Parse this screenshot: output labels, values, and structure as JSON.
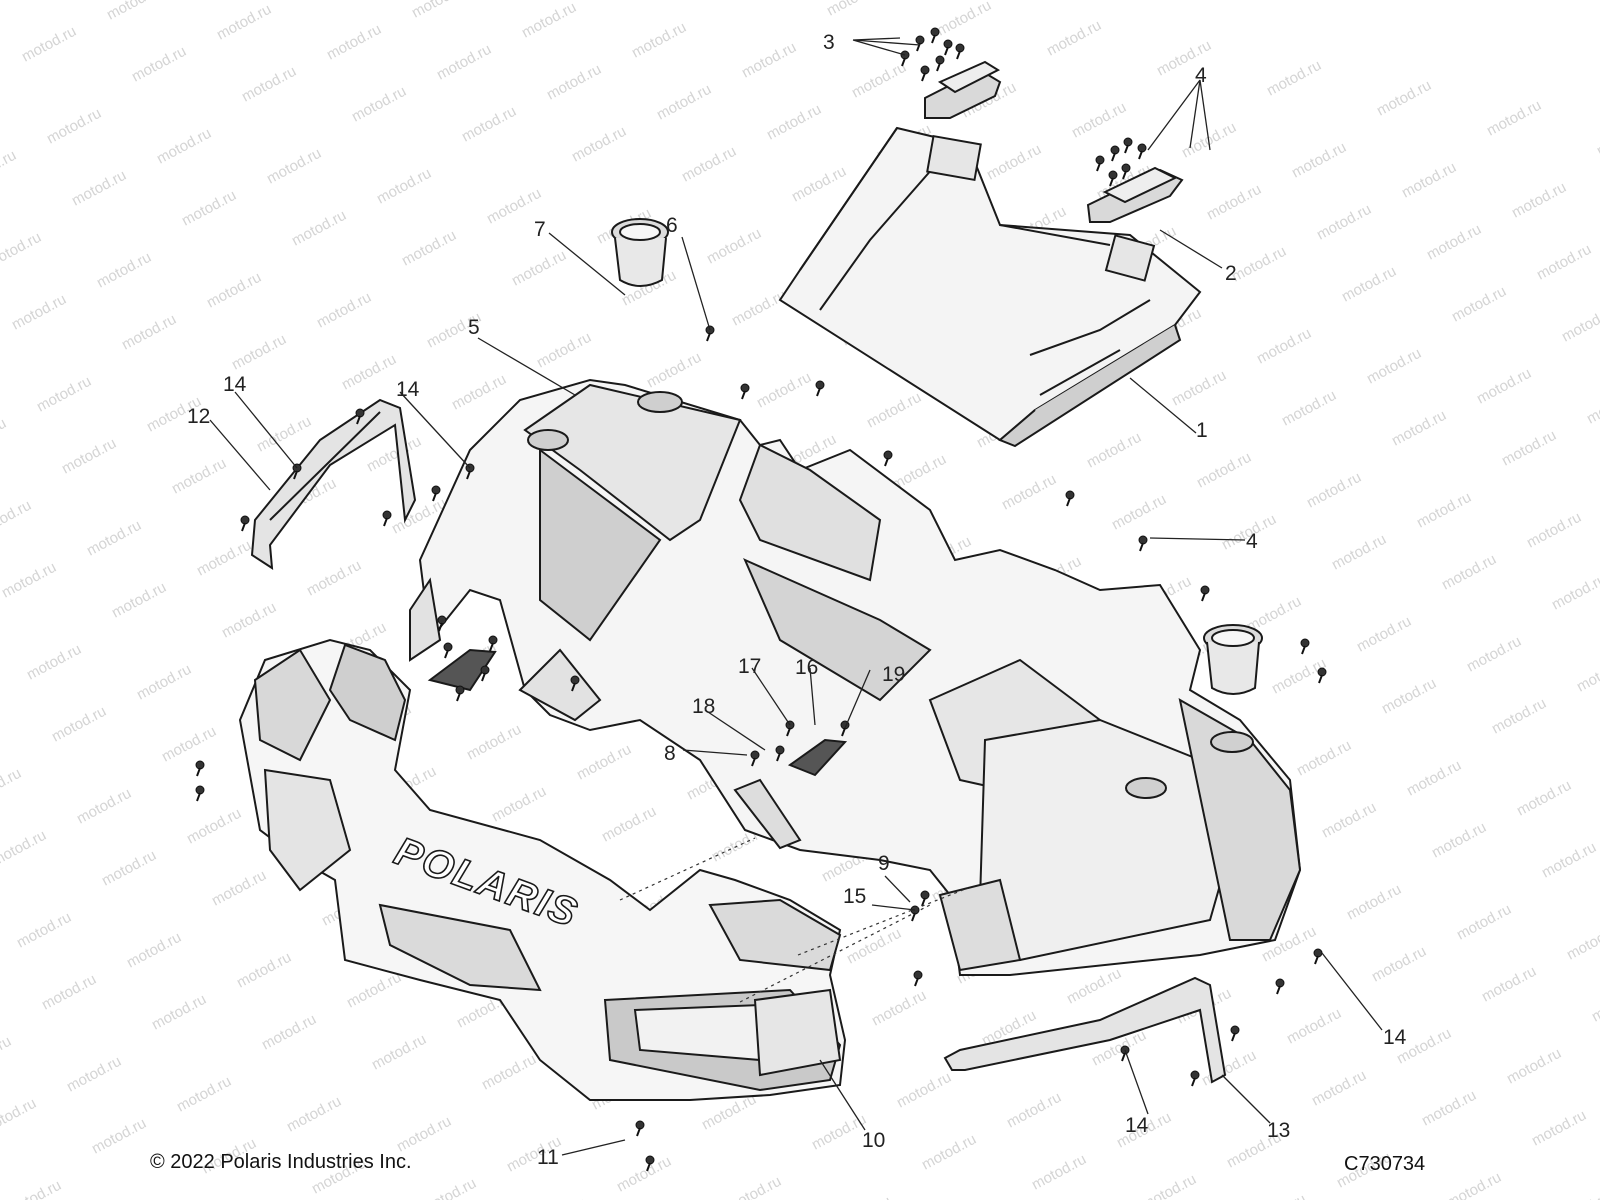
{
  "watermark": {
    "text": "motod.ru",
    "color": "#d4d4d4"
  },
  "callouts": {
    "c1": "1",
    "c2": "2",
    "c3": "3",
    "c4a": "4",
    "c4b": "4",
    "c5": "5",
    "c6": "6",
    "c7": "7",
    "c8": "8",
    "c9": "9",
    "c10": "10",
    "c11": "11",
    "c12": "12",
    "c13": "13",
    "c14a": "14",
    "c14b": "14",
    "c14c": "14",
    "c14d": "14",
    "c15": "15",
    "c16": "16",
    "c17": "17",
    "c18": "18",
    "c19": "19"
  },
  "hood": {
    "brand": "POLARIS"
  },
  "footer": {
    "copyright": "© 2022 Polaris Industries Inc.",
    "figure_code": "C730734"
  },
  "colors": {
    "line": "#1a1a1a",
    "panel": "#f2f2f2",
    "shade": "#bdbdbd",
    "dark": "#555555"
  }
}
